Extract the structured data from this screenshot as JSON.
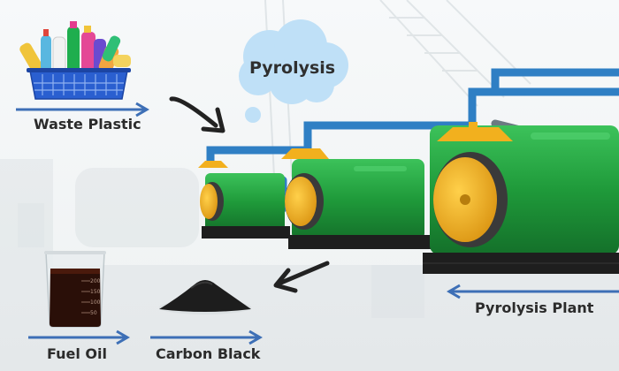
{
  "cloud_label": "Pyrolysis",
  "labels": {
    "waste_plastic": "Waste Plastic",
    "pyrolysis_plant": "Pyrolysis Plant",
    "fuel_oil": "Fuel Oil",
    "carbon_black": "Carbon Black"
  },
  "beaker_markings": [
    "200",
    "150",
    "100",
    "50"
  ],
  "colors": {
    "arrow_blue": "#3d6fb6",
    "cloud_blue": "#bfe0f7",
    "reactor_green": "#1f9a3a",
    "door_yellow": "#f2b01e",
    "pipe_blue": "#2f7fc4",
    "basket_blue": "#2a5fd0"
  },
  "icons": [
    "plastic-basket-icon",
    "thought-cloud-icon",
    "black-arrow-icon",
    "pyrolysis-reactor-icon",
    "beaker-icon",
    "carbon-black-pile-icon",
    "blue-arrow-icon"
  ]
}
